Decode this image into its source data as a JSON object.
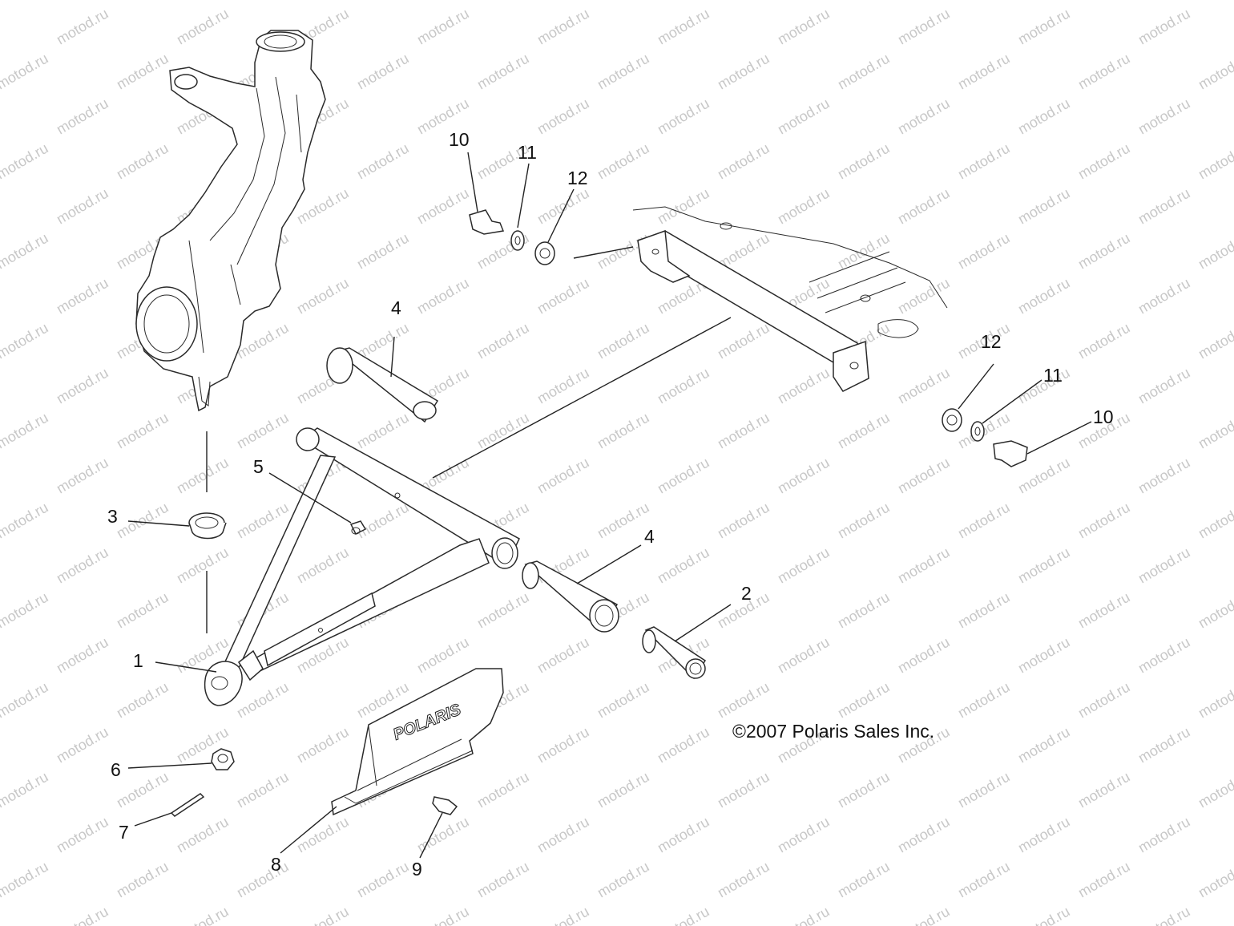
{
  "diagram": {
    "copyright": "©2007 Polaris Sales Inc.",
    "watermark": "motod.ru",
    "brand_mark": "POLARIS",
    "callouts": [
      {
        "id": "c1",
        "label": "1"
      },
      {
        "id": "c2",
        "label": "2"
      },
      {
        "id": "c3",
        "label": "3"
      },
      {
        "id": "c4a",
        "label": "4"
      },
      {
        "id": "c4b",
        "label": "4"
      },
      {
        "id": "c5",
        "label": "5"
      },
      {
        "id": "c6",
        "label": "6"
      },
      {
        "id": "c7",
        "label": "7"
      },
      {
        "id": "c8",
        "label": "8"
      },
      {
        "id": "c9",
        "label": "9"
      },
      {
        "id": "c10a",
        "label": "10"
      },
      {
        "id": "c10b",
        "label": "10"
      },
      {
        "id": "c11a",
        "label": "11"
      },
      {
        "id": "c11b",
        "label": "11"
      },
      {
        "id": "c12a",
        "label": "12"
      },
      {
        "id": "c12b",
        "label": "12"
      }
    ]
  }
}
